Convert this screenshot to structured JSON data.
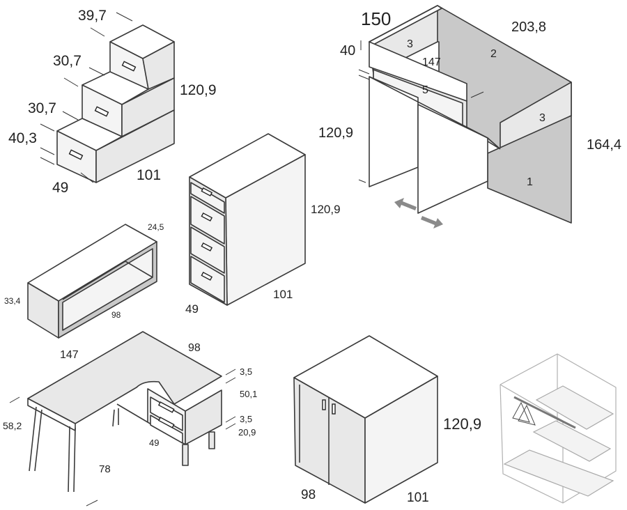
{
  "stairs": {
    "step_top": "39,7",
    "step_mid": "30,7",
    "step_low": "30,7",
    "step_base": "40,3",
    "height": "120,9",
    "depth": "49",
    "width": "101"
  },
  "loft_bed": {
    "top_height": "150",
    "rail_height": "40",
    "length": "203,8",
    "inner_length": "147",
    "height": "120,9",
    "total_height": "164,4",
    "part_1": "1",
    "part_2": "2",
    "part_3a": "3",
    "part_3b": "3",
    "part_5": "5"
  },
  "shelf": {
    "depth": "24,5",
    "height": "33,4",
    "width": "98"
  },
  "drawer_unit": {
    "height": "120,9",
    "depth": "49",
    "width": "101"
  },
  "desk": {
    "length": "147",
    "return_length": "98",
    "top_thickness": "3,5",
    "cabinet_height": "50,1",
    "lower_thickness": "3,5",
    "foot_height": "20,9",
    "depth": "58,2",
    "cabinet_depth": "49",
    "height": "78"
  },
  "wardrobe": {
    "height": "120,9",
    "depth": "98",
    "width": "101"
  }
}
